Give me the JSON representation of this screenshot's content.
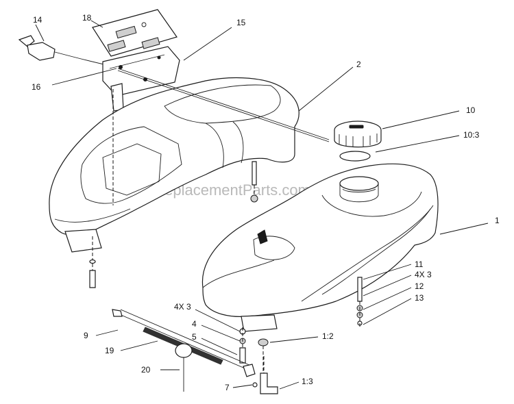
{
  "watermark": "eReplacementParts.com",
  "callouts": {
    "c1": "1",
    "c2": "2",
    "c4": "4",
    "c4x3a": "4X 3",
    "c5": "5",
    "c7": "7",
    "c9": "9",
    "c10": "10",
    "c10_3": "10:3",
    "c11": "11",
    "c4x3b": "4X 3",
    "c12": "12",
    "c13": "13",
    "c14": "14",
    "c15": "15",
    "c16": "16",
    "c18": "18",
    "c19": "19",
    "c20": "20",
    "c1_2": "1:2",
    "c1_3": "1:3"
  }
}
